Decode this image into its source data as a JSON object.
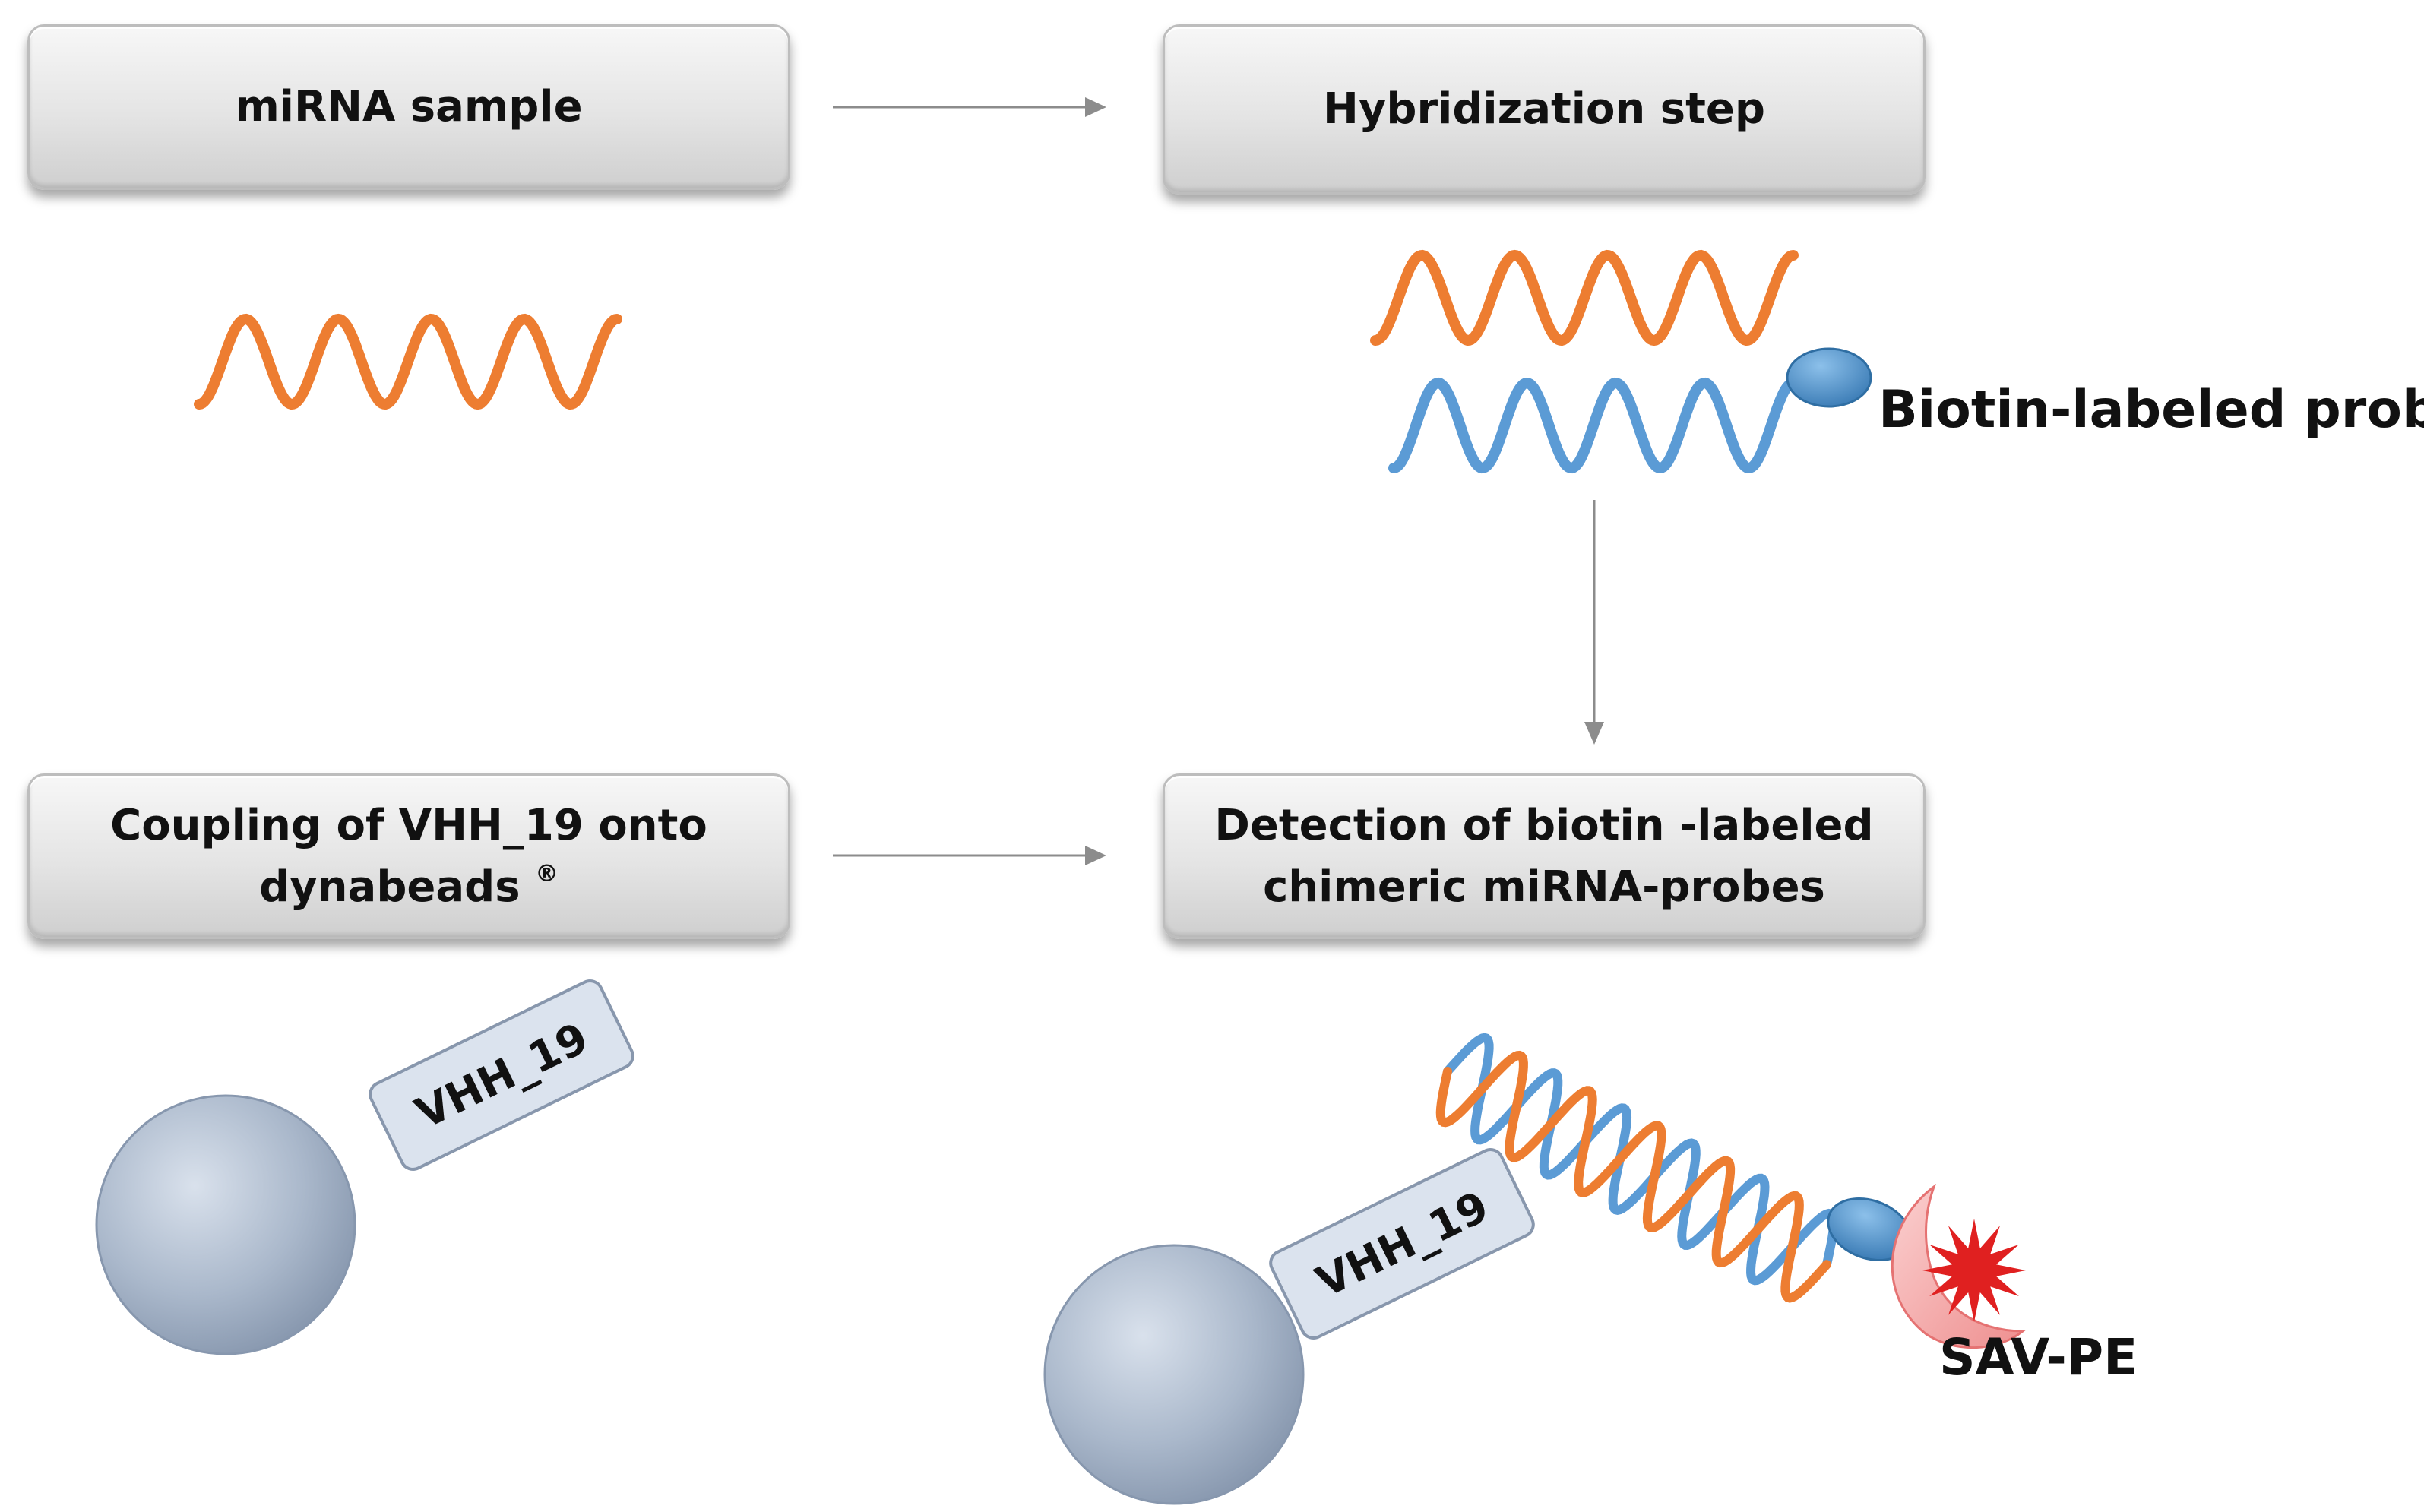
{
  "boxes": {
    "mirna_sample": "miRNA sample",
    "hybridization": "Hybridization step",
    "coupling_line1": "Coupling of VHH_19 onto",
    "coupling_line2": "dynabeads",
    "coupling_mark": "®",
    "detection_line1": "Detection of biotin -labeled",
    "detection_line2": "chimeric miRNA-probes"
  },
  "labels": {
    "biotin_probe": "Biotin-labeled probe",
    "vhh_tag_1": "VHH_19",
    "vhh_tag_2": "VHH_19",
    "sav_pe": "SAV-PE"
  },
  "colors": {
    "mirna_strand": "#ED7D31",
    "probe_strand": "#5B9BD5",
    "biotin": "#4A90C8",
    "bead": "#A9B8CC",
    "sav_pe_crescent": "#F4A6A6",
    "sav_pe_star": "#E02020",
    "arrow": "#8C8C8C"
  }
}
